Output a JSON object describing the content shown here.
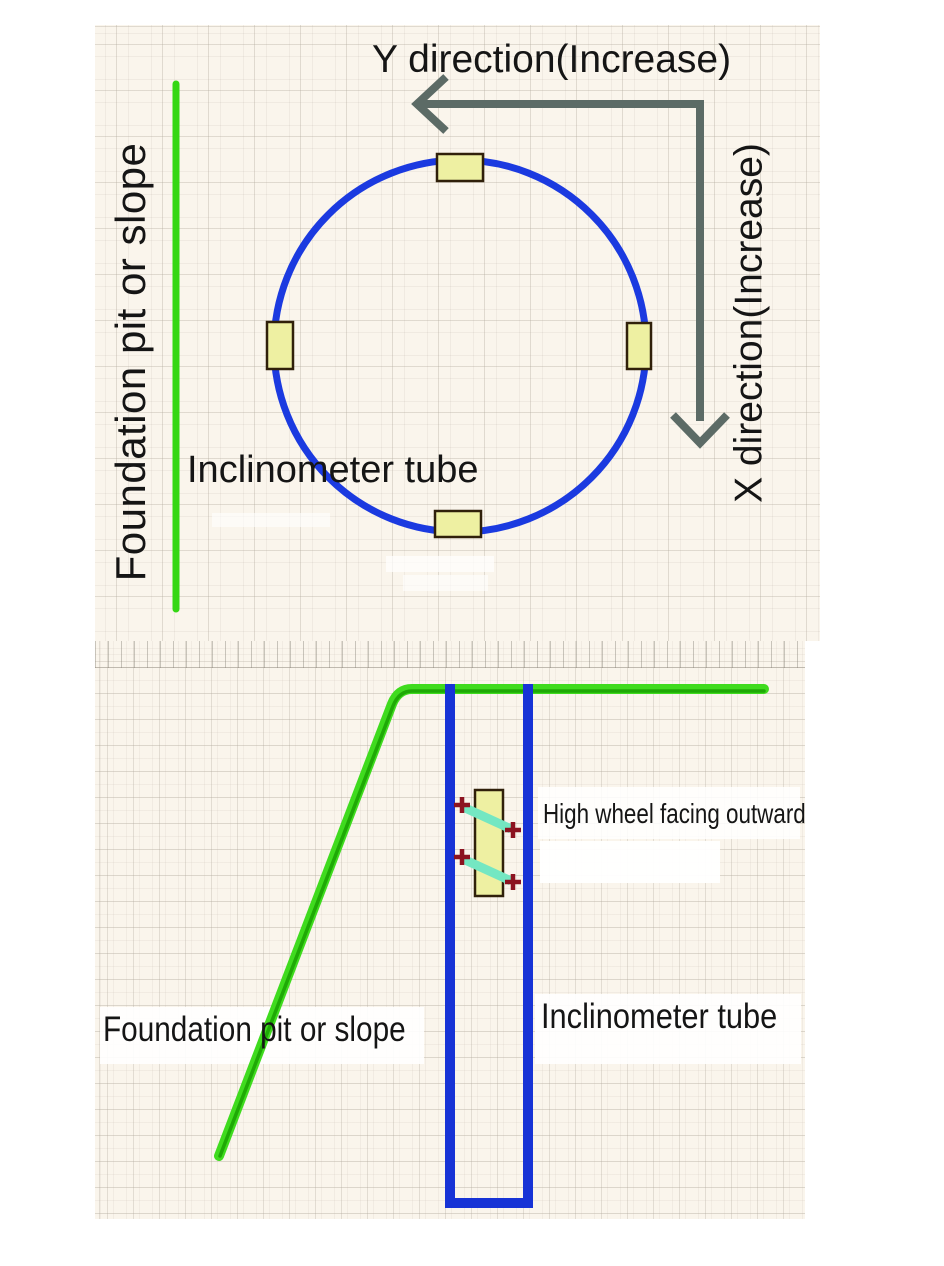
{
  "top_view": {
    "labels": {
      "foundation": "Foundation pit or slope",
      "y_direction": "Y direction(Increase)",
      "x_direction": "X direction(Increase)",
      "tube": "Inclinometer tube"
    }
  },
  "side_view": {
    "labels": {
      "wheel_note": "High wheel facing outward",
      "foundation": "Foundation pit or slope",
      "tube": "Inclinometer tube"
    }
  },
  "colors": {
    "foundation_green": "#35d714",
    "ground_green_dark": "#1fa906",
    "tube_blue": "#1b3ae0",
    "side_tube_blue": "#1733d6",
    "axis_arrow_gray": "#5c6b66",
    "groove_fill_yellow": "#eef0a2",
    "groove_border": "#30200a",
    "wheel_axle_cyan": "#74e7c2",
    "wheel_marker_red": "#8c1320",
    "paper_cream": "#faf5ec"
  }
}
